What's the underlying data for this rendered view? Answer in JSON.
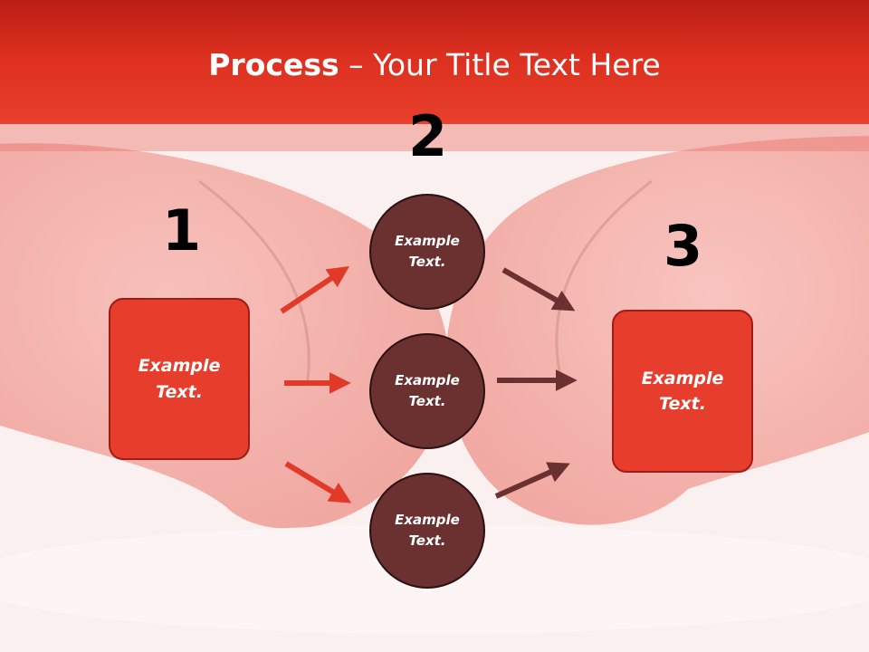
{
  "title": {
    "bold": "Process",
    "rest": " – Your Title Text Here"
  },
  "numbers": [
    "1",
    "2",
    "3"
  ],
  "left_box": {
    "line1": "Example",
    "line2": "Text."
  },
  "circles": [
    {
      "line1": "Example",
      "line2": "Text."
    },
    {
      "line1": "Example",
      "line2": "Text."
    },
    {
      "line1": "Example",
      "line2": "Text."
    }
  ],
  "right_box": {
    "line1": "Example",
    "line2": "Text."
  },
  "colors": {
    "title_bar": "#dd2f1f",
    "box_fill": "#e63d2c",
    "circle_fill": "#6b3131",
    "arrow_red": "#e23a28",
    "arrow_dark": "#6b3131"
  }
}
